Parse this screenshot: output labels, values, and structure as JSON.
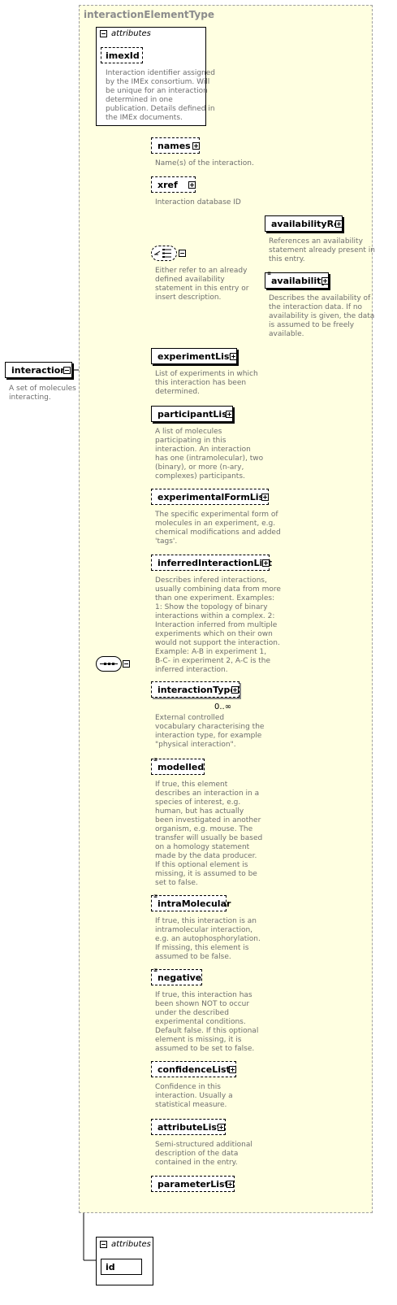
{
  "complex_type": {
    "title": "interactionElementType"
  },
  "root": {
    "name": "interaction",
    "description": "A set of molecules\ninteracting."
  },
  "inner_attributes": {
    "header": "attributes",
    "items": [
      {
        "name": "imexId",
        "description": "Interaction identifier assigned\nby the IMEx consortium. Will\nbe unique for an interaction\ndetermined in one\npublication. Details defined in\nthe IMEx documents."
      }
    ]
  },
  "choice": {
    "description": "Either refer to an already\ndefined availability\nstatement in this entry or\ninsert description.",
    "items": [
      {
        "name": "availabilityRef",
        "description": "References an availability\nstatement already present in\nthis entry."
      },
      {
        "name": "availability",
        "description": "Describes the availability of\nthe interaction data. If no\navailability is given, the data\nis assumed to be freely\navailable."
      }
    ]
  },
  "elements": [
    {
      "name": "names",
      "description": "Name(s) of the interaction."
    },
    {
      "name": "xref",
      "description": "Interaction database ID"
    },
    {
      "name": "experimentList",
      "description": "List of experiments in which\nthis interaction has been\ndetermined."
    },
    {
      "name": "participantList",
      "description": "A list of molecules\nparticipating in this\ninteraction. An interaction\nhas one (intramolecular), two\n(binary), or more (n-ary,\ncomplexes)  participants."
    },
    {
      "name": "experimentalFormList",
      "description": "The specific experimental form of\nmolecules in an experiment, e.g.\nchemical modifications and added\n'tags'."
    },
    {
      "name": "inferredInteractionList",
      "description": "Describes infered interactions,\nusually combining data from more\nthan one experiment. Examples:\n1: Show the topology of binary\ninteractions within a complex. 2:\nInteraction inferred from multiple\nexperiments which on their own\nwould not support the interaction.\nExample: A-B in experiment 1,\nB-C- in experiment 2, A-C is the\ninferred interaction."
    },
    {
      "name": "interactionType",
      "occurs": "0..∞",
      "description": "External controlled\nvocabulary characterising the\ninteraction type, for example\n\"physical interaction\"."
    },
    {
      "name": "modelled",
      "description": "If true, this element\ndescribes an interaction in a\nspecies of interest, e.g.\nhuman, but has actually\nbeen investigated in another\norganism, e.g. mouse. The\ntransfer will usually be based\non a homology statement\nmade by the data producer.\nIf this optional element is\nmissing, it is assumed to be\nset to false."
    },
    {
      "name": "intraMolecular",
      "description": "If true, this interaction is an\nintramolecular interaction,\ne.g. an autophosphorylation.\nIf missing, this element is\nassumed to be false."
    },
    {
      "name": "negative",
      "description": "If true, this interaction has\nbeen shown NOT to occur\nunder the described\nexperimental conditions.\nDefault false. If this optional\nelement is missing, it is\nassumed to be set to false."
    },
    {
      "name": "confidenceList",
      "description": "Confidence in this\ninteraction.  Usually a\nstatistical measure."
    },
    {
      "name": "attributeList",
      "description": "Semi-structured additional\ndescription of the data\ncontained in the entry."
    },
    {
      "name": "parameterList"
    }
  ],
  "outer_attributes": {
    "header": "attributes",
    "items": [
      {
        "name": "id"
      }
    ]
  }
}
